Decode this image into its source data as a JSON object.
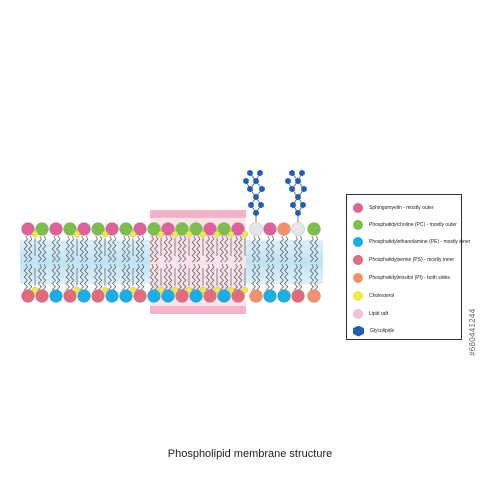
{
  "caption": "Phospholipid membrane structure",
  "stock_id": "#680441244",
  "legend": [
    {
      "label": "Sphingomyelin - mostly outer",
      "color": "#e0609a",
      "shape": "circle"
    },
    {
      "label": "Phosphatidylcholine (PC) - mostly outer",
      "color": "#7dbf4a",
      "shape": "circle"
    },
    {
      "label": "Phosphatidylethanolamine (PE) - mostly inner",
      "color": "#18aee6",
      "shape": "circle"
    },
    {
      "label": "Phosphatidylserine (PS) - mostly inner",
      "color": "#e26a7a",
      "shape": "circle"
    },
    {
      "label": "Phosphatidylinositol (PI) - both sides",
      "color": "#f4916a",
      "shape": "circle"
    },
    {
      "label": "Cholesterol",
      "color": "#f0ea3a",
      "shape": "circle"
    },
    {
      "label": "Lipid raft",
      "color": "#f2c4d2",
      "shape": "circle"
    },
    {
      "label": "Glycolipids",
      "color": "#1f5fb5",
      "shape": "hexagon"
    }
  ],
  "colors": {
    "membrane_core": "#cfe9f7",
    "tail_line": "#555555",
    "raft_fill": "#fbe3ea",
    "raft_band": "#f2b4c6",
    "glycolipid_head": "#e6e6e6"
  }
}
